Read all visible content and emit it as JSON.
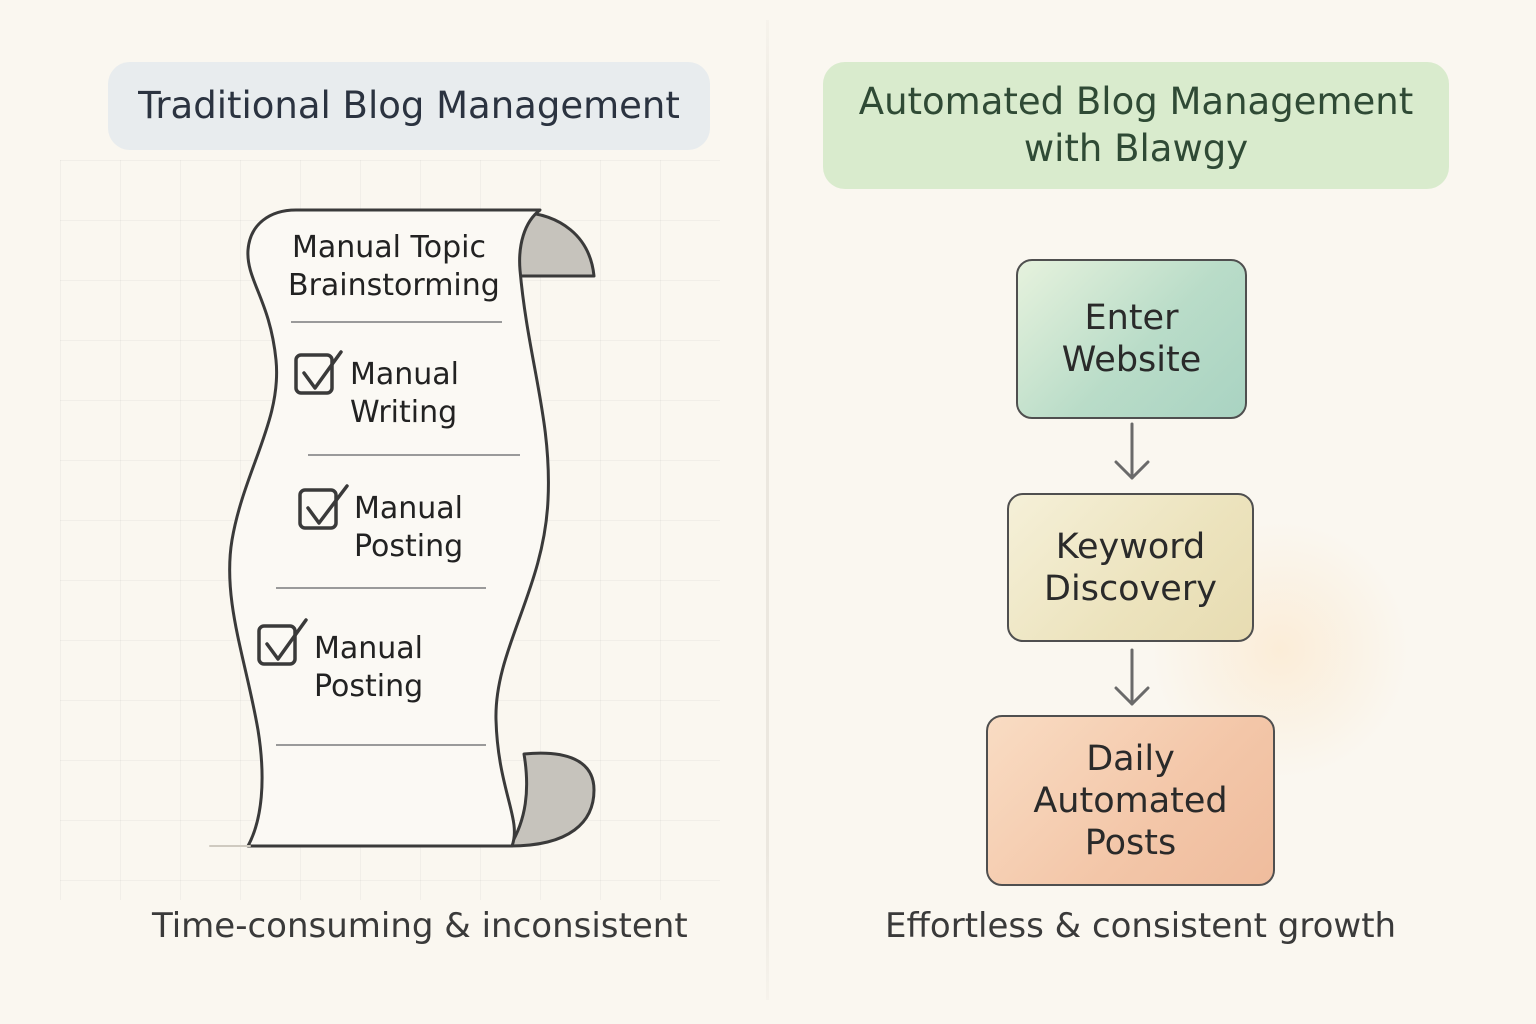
{
  "left_panel": {
    "title": "Traditional Blog Management",
    "tasks": [
      {
        "line1": "Manual Topic",
        "line2": "Brainstorming",
        "checked": false
      },
      {
        "line1": "Manual",
        "line2": "Writing",
        "checked": true
      },
      {
        "line1": "Manual",
        "line2": "Posting",
        "checked": true
      },
      {
        "line1": "Manual",
        "line2": "Posting",
        "checked": true
      }
    ],
    "caption": "Time-consuming & inconsistent"
  },
  "right_panel": {
    "title_line1": "Automated Blog Management",
    "title_line2": "with Blawgy",
    "steps": [
      {
        "line1": "Enter",
        "line2": "Website"
      },
      {
        "line1": "Keyword",
        "line2": "Discovery"
      },
      {
        "line1": "Daily",
        "line2": "Automated",
        "line3": "Posts"
      }
    ],
    "caption": "Effortless & consistent growth"
  },
  "colors": {
    "background": "#faf7f0",
    "left_title_bg": "#e8ecee",
    "right_title_bg": "#d9ebcd",
    "step1_bg": "#b9dcc8",
    "step2_bg": "#ece3bd",
    "step3_bg": "#f3c6a8"
  },
  "icons": [
    "scroll-icon",
    "checkbox-check-icon",
    "down-arrow-icon"
  ]
}
